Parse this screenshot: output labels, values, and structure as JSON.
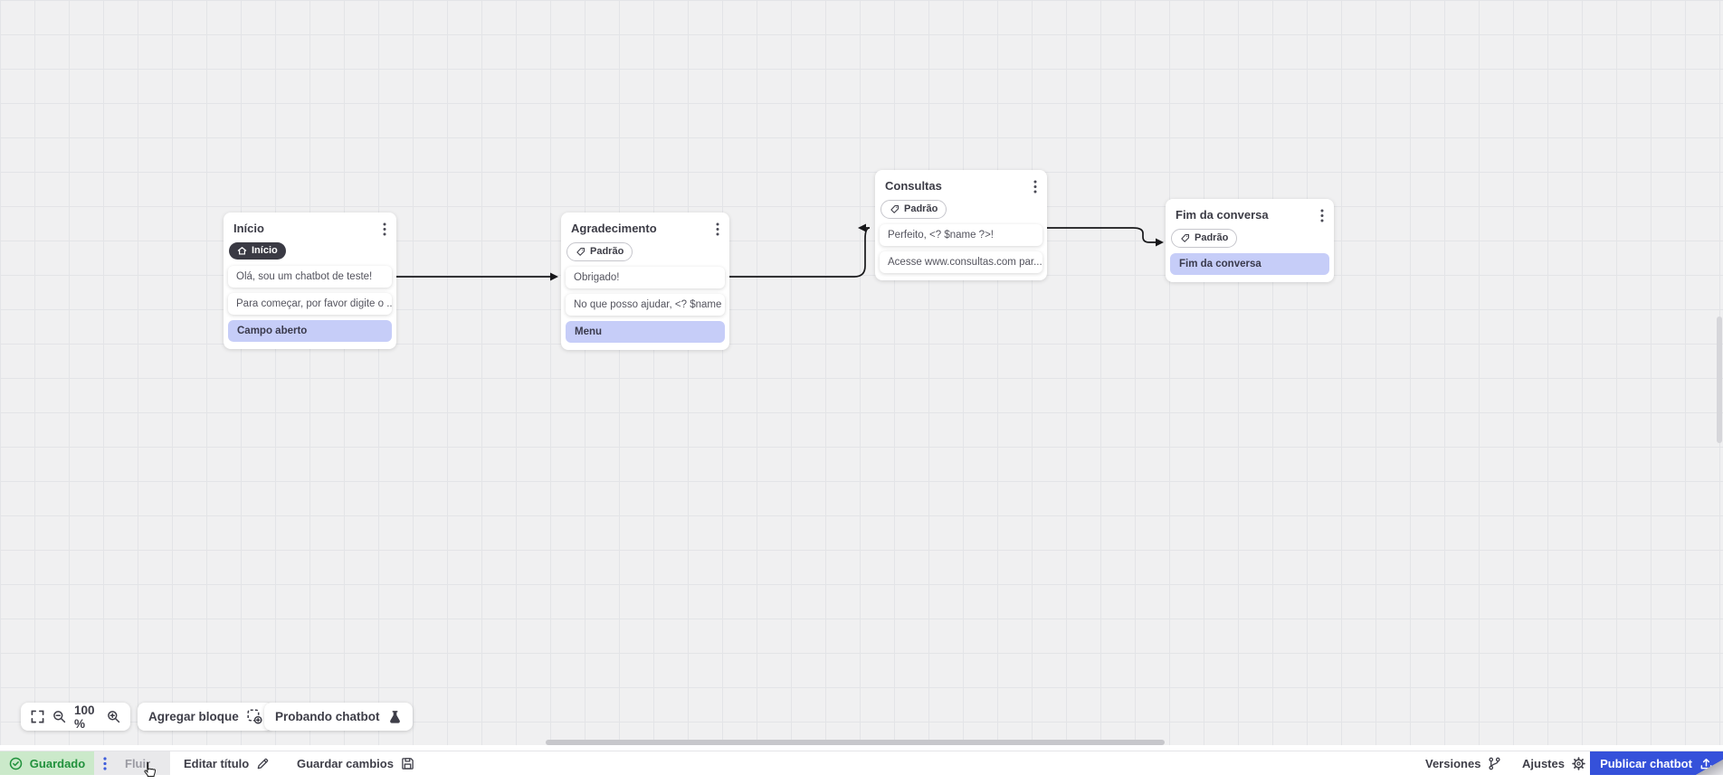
{
  "canvas": {
    "zoom_percent": "100 %",
    "nodes": [
      {
        "id": "inicio",
        "title": "Início",
        "badge": {
          "label": "Início",
          "style": "dark",
          "icon": "home-icon"
        },
        "messages": [
          "Olá, sou um chatbot de teste!",
          "Para começar, por favor digite o ..."
        ],
        "actions": [
          "Campo aberto"
        ]
      },
      {
        "id": "agradecimento",
        "title": "Agradecimento",
        "badge": {
          "label": "Padrão",
          "style": "outline",
          "icon": "tag-icon"
        },
        "messages": [
          "Obrigado!",
          "No que posso ajudar, <? $name ..."
        ],
        "actions": [
          "Menu"
        ]
      },
      {
        "id": "consultas",
        "title": "Consultas",
        "badge": {
          "label": "Padrão",
          "style": "outline",
          "icon": "tag-icon"
        },
        "messages": [
          "Perfeito, <? $name ?>!",
          "Acesse www.consultas.com par..."
        ],
        "actions": []
      },
      {
        "id": "fim-da-conversa",
        "title": "Fim da conversa",
        "badge": {
          "label": "Padrão",
          "style": "outline",
          "icon": "tag-icon"
        },
        "messages": [],
        "actions": [
          "Fim da conversa"
        ]
      }
    ]
  },
  "toolbar": {
    "zoom_value": "100 %",
    "add_block": "Agregar bloque",
    "test_chatbot": "Probando chatbot"
  },
  "statusbar": {
    "saved": "Guardado",
    "flow_tab": "Fluir",
    "edit_title": "Editar título",
    "save_changes": "Guardar cambios",
    "versions": "Versiones",
    "settings": "Ajustes",
    "publish": "Publicar chatbot"
  },
  "colors": {
    "publish_blue": "#3551da",
    "saved_green_bg": "#cbe9ca",
    "saved_green_text": "#21913c",
    "chip_lavender": "#c6cdf8",
    "badge_dark": "#3a3a44",
    "edge_black": "#17171a",
    "canvas_bg": "#f0f0f1"
  }
}
